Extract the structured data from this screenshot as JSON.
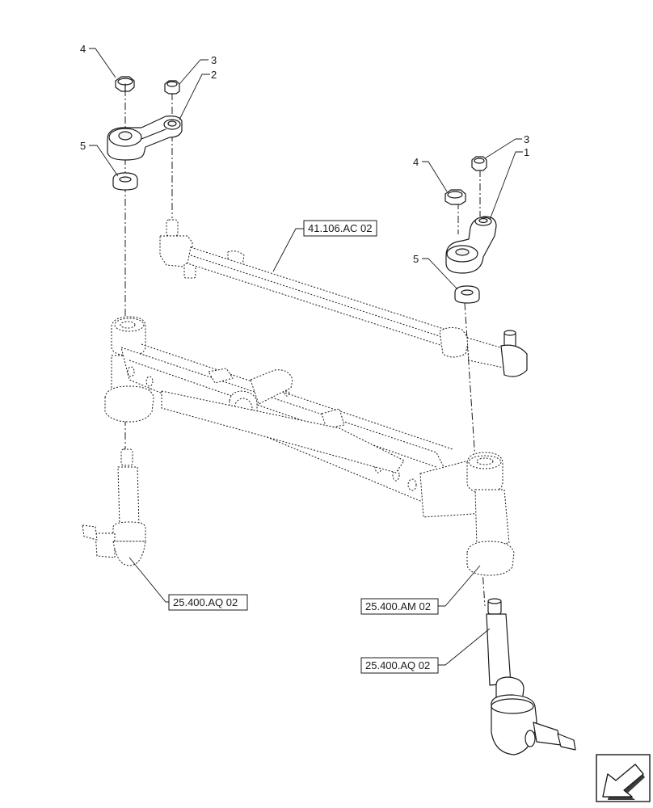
{
  "callouts": [
    {
      "id": "c4-left",
      "label": "4"
    },
    {
      "id": "c3-left",
      "label": "3"
    },
    {
      "id": "c2-left",
      "label": "2"
    },
    {
      "id": "c5-left",
      "label": "5"
    },
    {
      "id": "c3-right",
      "label": "3"
    },
    {
      "id": "c1-right",
      "label": "1"
    },
    {
      "id": "c4-right",
      "label": "4"
    },
    {
      "id": "c5-right",
      "label": "5"
    }
  ],
  "references": [
    {
      "id": "ref-tie-rod",
      "label": "41.106.AC 02"
    },
    {
      "id": "ref-left-spindle",
      "label": "25.400.AQ 02"
    },
    {
      "id": "ref-axle",
      "label": "25.400.AM 02"
    },
    {
      "id": "ref-right-spindle",
      "label": "25.400.AQ 02"
    }
  ],
  "nav": {
    "icon": "next-page-arrow-icon"
  }
}
